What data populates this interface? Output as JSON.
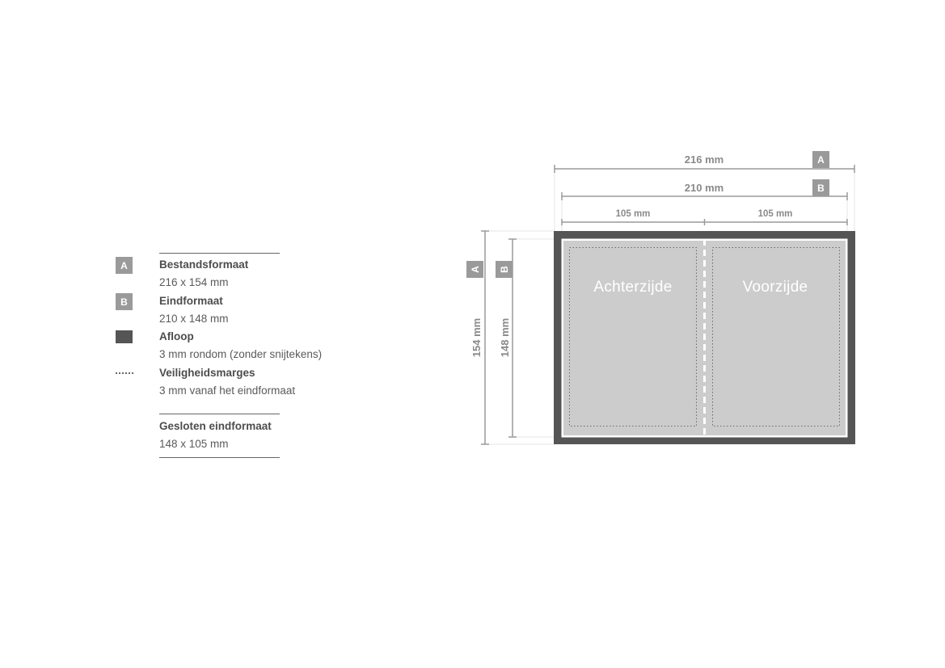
{
  "legend": {
    "items": [
      {
        "badge": "A",
        "title": "Bestandsformaat",
        "desc": "216 x 154 mm"
      },
      {
        "badge": "B",
        "title": "Eindformaat",
        "desc": "210 x 148 mm"
      },
      {
        "title": "Afloop",
        "desc": "3 mm rondom (zonder snijtekens)"
      },
      {
        "title": "Veiligheidsmarges",
        "desc": "3 mm vanaf het eindformaat"
      }
    ],
    "closed": {
      "title": "Gesloten eindformaat",
      "desc": "148 x 105 mm"
    }
  },
  "diagram": {
    "width_a": "216 mm",
    "width_b": "210 mm",
    "half_left": "105 mm",
    "half_right": "105 mm",
    "height_a": "154 mm",
    "height_b": "148 mm",
    "badge_a": "A",
    "badge_b": "B",
    "panel_left": "Achterzijde",
    "panel_right": "Voorzijde"
  },
  "colors": {
    "bleed": "#555555",
    "panel": "#cccccc",
    "badge": "#9a9a9a",
    "dimension": "#8a8a8a"
  }
}
